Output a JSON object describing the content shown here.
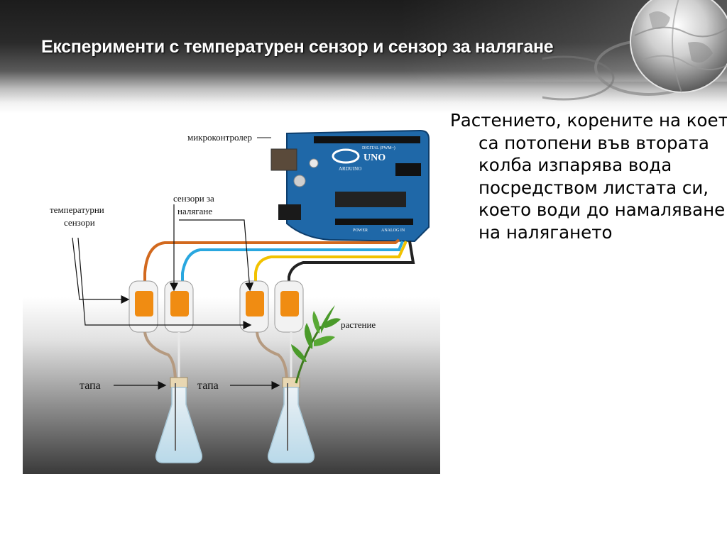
{
  "slide": {
    "title": "Експерименти с температурен сензор и сензор за налягане",
    "caption": "Растението, корените на което са потопени във втората колба изпарява вода посредством листата си, което води до намаляване на налягането"
  },
  "figure": {
    "labels": {
      "microcontroller": "микроконтролер",
      "temp_sensors_1": "температурни",
      "temp_sensors_2": "сензори",
      "pressure_sensors_1": "сензори за",
      "pressure_sensors_2": "налягане",
      "plant": "растение",
      "stopper_left": "тапа",
      "stopper_right": "тапа"
    },
    "board_text": {
      "brand": "UNO",
      "sub": "ARDUINO",
      "digital": "DIGITAL (PWM~)",
      "analog": "ANALOG IN",
      "power": "POWER"
    },
    "wire_colors": [
      "#d2691e",
      "#29a7df",
      "#f2c200",
      "#222222"
    ]
  }
}
